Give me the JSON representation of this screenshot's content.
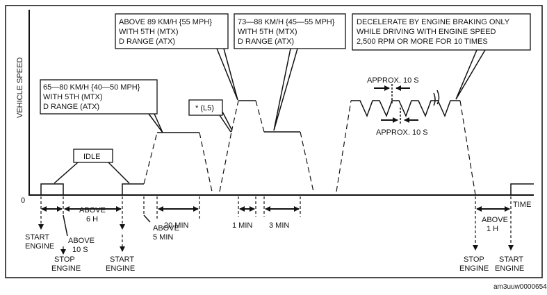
{
  "axes": {
    "y_label": "VEHICLE SPEED",
    "origin_label": "0",
    "x_label": "TIME"
  },
  "callouts": {
    "idle": "IDLE",
    "speed_65_80": [
      "65—80 KM/H {40—50 MPH}",
      "WITH 5TH (MTX)",
      "D RANGE (ATX)"
    ],
    "l5": "* (L5)",
    "speed_above_89": [
      "ABOVE 89 KM/H {55 MPH}",
      "WITH 5TH (MTX)",
      "D RANGE (ATX)"
    ],
    "speed_73_88": [
      "73—88 KM/H {45—55 MPH}",
      "WITH 5TH (MTX)",
      "D RANGE (ATX)"
    ],
    "decelerate": [
      "DECELERATE BY ENGINE BRAKING ONLY",
      "WHILE DRIVING WITH ENGINE SPEED",
      "2,500 RPM OR MORE FOR 10 TIMES"
    ],
    "approx_top": "APPROX. 10 S",
    "approx_bottom": "APPROX. 10 S"
  },
  "durations": {
    "above_6h": [
      "ABOVE",
      "6 H"
    ],
    "min_20": "20 MIN",
    "min_1": "1 MIN",
    "min_3": "3 MIN",
    "above_1h": [
      "ABOVE",
      "1 H"
    ]
  },
  "events": {
    "start_engine_1": [
      "START",
      "ENGINE"
    ],
    "above_10s": [
      "ABOVE",
      "10 S"
    ],
    "stop_engine_1": [
      "STOP",
      "ENGINE"
    ],
    "start_engine_2": [
      "START",
      "ENGINE"
    ],
    "above_5min": [
      "ABOVE",
      "5 MIN"
    ],
    "stop_engine_2": [
      "STOP",
      "ENGINE"
    ],
    "start_engine_3": [
      "START",
      "ENGINE"
    ]
  },
  "footer": {
    "code": "am3uuw0000654"
  }
}
